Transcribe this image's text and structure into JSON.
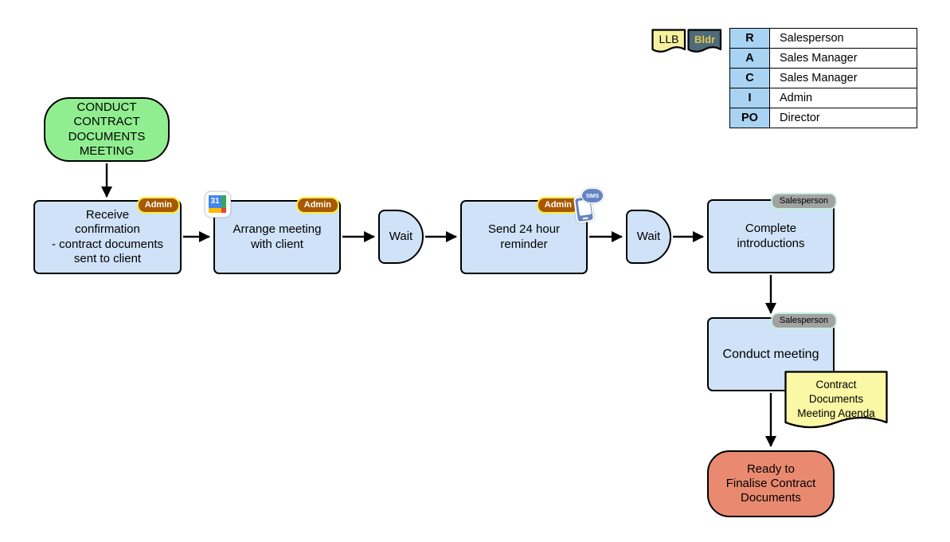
{
  "tags": {
    "llb": {
      "label": "LLB"
    },
    "bldr": {
      "label": "Bldr"
    }
  },
  "raci": {
    "rows": [
      {
        "key": "R",
        "role": "Salesperson"
      },
      {
        "key": "A",
        "role": "Sales Manager"
      },
      {
        "key": "C",
        "role": "Sales Manager"
      },
      {
        "key": "I",
        "role": "Admin"
      },
      {
        "key": "PO",
        "role": "Director"
      }
    ]
  },
  "nodes": {
    "start": {
      "label": "CONDUCT\nCONTRACT\nDOCUMENTS\nMEETING"
    },
    "receive": {
      "label": "Receive\nconfirmation\n- contract documents\nsent to client",
      "badge": "Admin"
    },
    "arrange": {
      "label": "Arrange meeting\nwith client",
      "badge": "Admin"
    },
    "wait1": {
      "label": "Wait"
    },
    "reminder": {
      "label": "Send 24 hour\nreminder",
      "badge": "Admin"
    },
    "wait2": {
      "label": "Wait"
    },
    "introductions": {
      "label": "Complete\nintroductions",
      "badge": "Salesperson"
    },
    "conduct": {
      "label": "Conduct meeting",
      "badge": "Salesperson"
    },
    "agenda": {
      "label": "Contract\nDocuments\nMeeting Agenda"
    },
    "end": {
      "label": "Ready to\nFinalise Contract\nDocuments"
    }
  },
  "icons": {
    "calendar_day": "31",
    "sms_label": "SMS"
  },
  "colors": {
    "process_fill": "#cfe2f7",
    "terminator_start": "#90ee90",
    "terminator_end": "#e98a70",
    "document_fill": "#faf7a5",
    "badge_admin_fill": "#a85800",
    "badge_admin_border": "#f8ef3c",
    "badge_sales_fill": "#a2a2a2",
    "badge_sales_border": "#c4efdc",
    "table_key_fill": "#a8d3f3",
    "tag_llb_fill": "#f6f1a1",
    "tag_bldr_fill": "#4d6b7a",
    "tag_bldr_text": "#dfc84c"
  }
}
